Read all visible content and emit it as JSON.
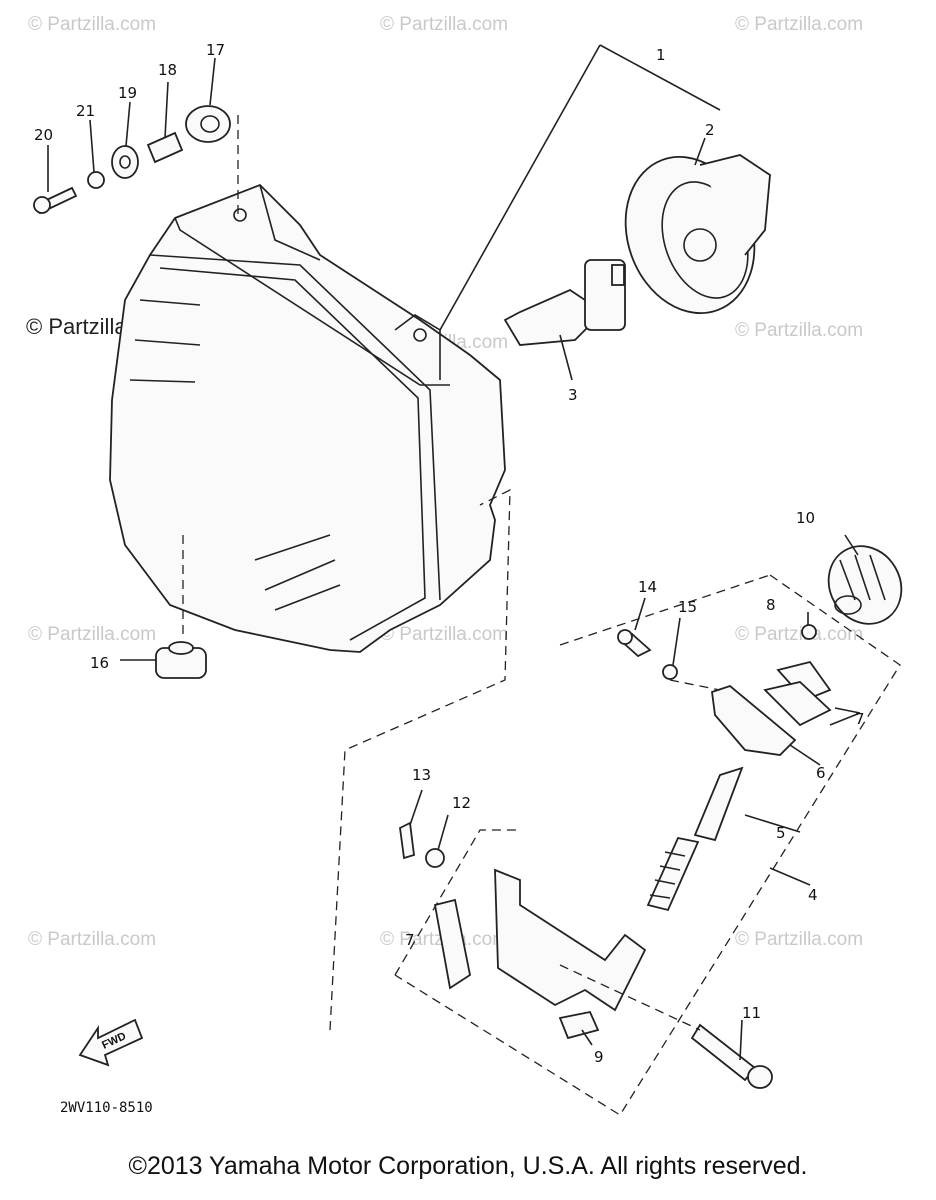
{
  "callouts": [
    "1",
    "2",
    "3",
    "4",
    "5",
    "6",
    "7",
    "7",
    "8",
    "9",
    "10",
    "11",
    "12",
    "13",
    "14",
    "15",
    "16",
    "17",
    "18",
    "19",
    "20",
    "21"
  ],
  "watermarks": {
    "light": "© Partzilla.com",
    "dark": "© Partzilla.com"
  },
  "diagram_code": "2WV110-8510",
  "fwd_label": "FWD",
  "copyright": "©2013 Yamaha Motor Corporation, U.S.A. All rights reserved."
}
